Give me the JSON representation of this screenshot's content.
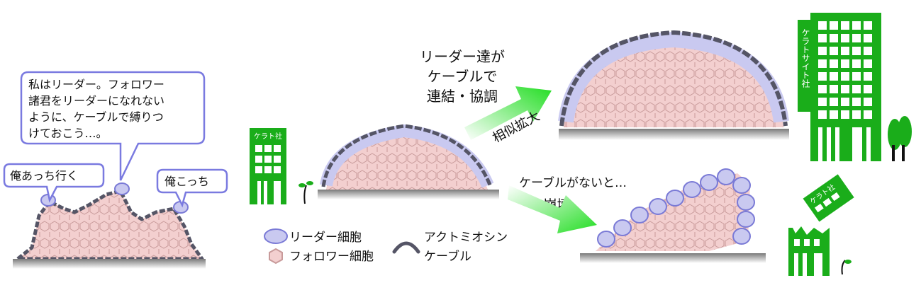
{
  "bubbles": {
    "leader_speech": [
      "私はリーダー。フォロワー",
      "諸君をリーダーになれない",
      "ように、ケーブルで縛りつ",
      "けておこう…。"
    ],
    "left_bubble": "俺あっち行く",
    "right_bubble": "俺こっち"
  },
  "center_caption": [
    "リーダー達が",
    "ケーブルで",
    "連結・協調"
  ],
  "arrow_up_label": "相似拡大",
  "no_cable_caption": [
    "ケーブルがないと…",
    "崩壊。"
  ],
  "legend": {
    "leader": "リーダー細胞",
    "follower": "フォロワー細胞",
    "cable": [
      "アクトミオシン",
      "ケーブル"
    ]
  },
  "buildings": {
    "small": "ケラト社",
    "large": "ケラトサイト社",
    "collapsed": "ケラト社"
  },
  "colors": {
    "leader_cell": "#c9c9f0",
    "leader_outline": "#7a7ad6",
    "follower_cell": "#f3cfcf",
    "cable": "#555566",
    "building_green": "#1aad1a",
    "arrow_green": "#33dd33",
    "bubble_border": "#7a7ae0",
    "ground": "#8a8a8a"
  }
}
